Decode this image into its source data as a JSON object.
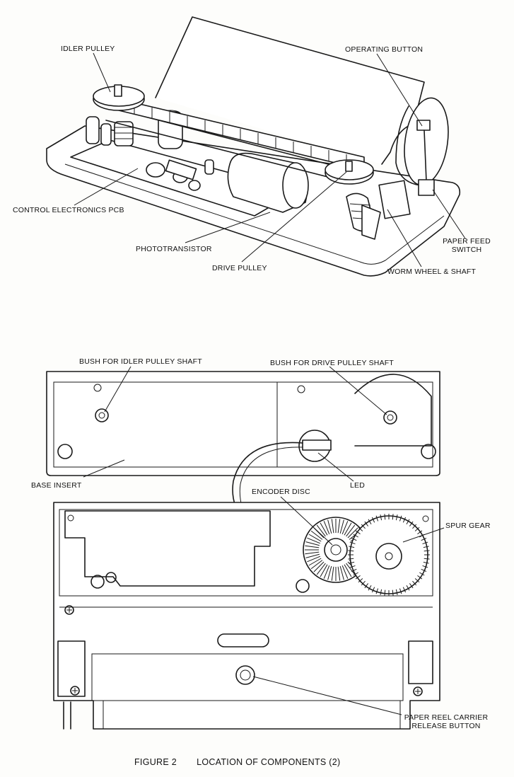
{
  "figure": {
    "number": "FIGURE 2",
    "title": "LOCATION OF COMPONENTS (2)"
  },
  "top_view_labels": {
    "idler_pulley": "IDLER PULLEY",
    "operating_button": "OPERATING BUTTON",
    "control_pcb": "CONTROL ELECTRONICS PCB",
    "phototransistor": "PHOTOTRANSISTOR",
    "drive_pulley": "DRIVE PULLEY",
    "paper_feed_switch_line1": "PAPER FEED",
    "paper_feed_switch_line2": "SWITCH",
    "worm_wheel": "WORM WHEEL & SHAFT"
  },
  "bottom_view_labels": {
    "bush_idler": "BUSH FOR IDLER PULLEY SHAFT",
    "bush_drive": "BUSH FOR DRIVE PULLEY SHAFT",
    "base_insert": "BASE INSERT",
    "led": "LED",
    "encoder_disc": "ENCODER DISC",
    "spur_gear": "SPUR GEAR",
    "release_button_line1": "PAPER REEL CARRIER",
    "release_button_line2": "RELEASE BUTTON"
  }
}
